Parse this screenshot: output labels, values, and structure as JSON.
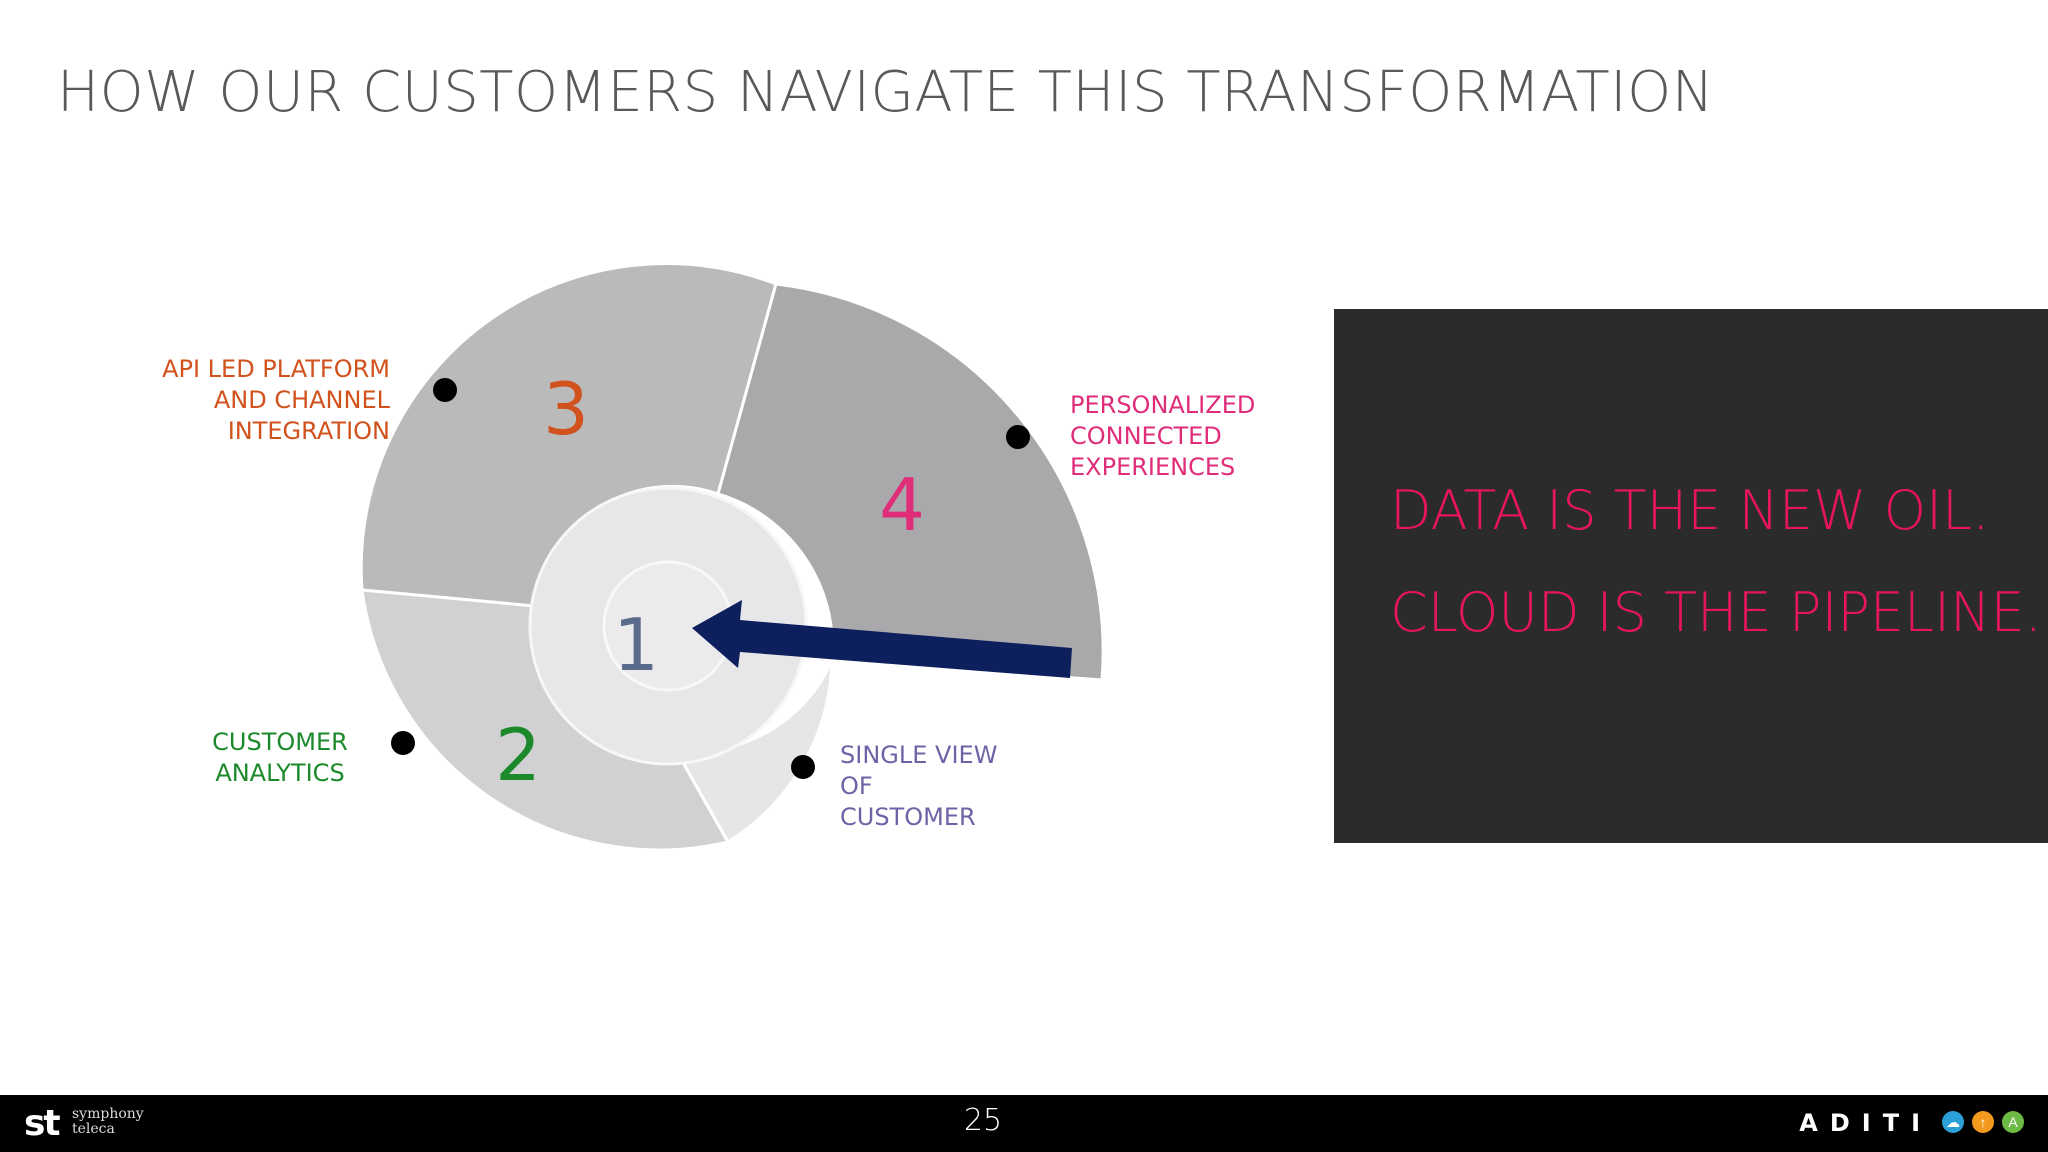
{
  "title": "HOW OUR CUSTOMERS NAVIGATE THIS TRANSFORMATION",
  "diagram": {
    "segments": [
      {
        "number": "1",
        "label_lines": [
          "SINGLE VIEW",
          "OF",
          "CUSTOMER"
        ],
        "number_color": "#5a6b8c",
        "label_color": "#6f63a6"
      },
      {
        "number": "2",
        "label_lines": [
          "CUSTOMER",
          "ANALYTICS"
        ],
        "number_color": "#1c8a2a",
        "label_color": "#1c8a2a"
      },
      {
        "number": "3",
        "label_lines": [
          "API LED PLATFORM",
          "AND CHANNEL",
          "INTEGRATION"
        ],
        "number_color": "#d2521e",
        "label_color": "#d2521e"
      },
      {
        "number": "4",
        "label_lines": [
          "PERSONALIZED",
          "CONNECTED",
          "EXPERIENCES"
        ],
        "number_color": "#e02d7a",
        "label_color": "#e02d7a"
      }
    ],
    "arrow_color": "#0d1f5c"
  },
  "callout": {
    "lines": [
      "DATA IS THE NEW OIL.",
      "CLOUD IS THE PIPELINE."
    ],
    "text_color": "#e8155c",
    "background": "#2b2b2d"
  },
  "footer": {
    "page_number": "25",
    "left_brand": {
      "mark": "st",
      "name_lines": [
        "symphony",
        "teleca"
      ]
    },
    "right_brand": {
      "word": "ADITI",
      "partner_icons": [
        "cloud-icon",
        "upload-icon",
        "android-icon"
      ]
    }
  }
}
